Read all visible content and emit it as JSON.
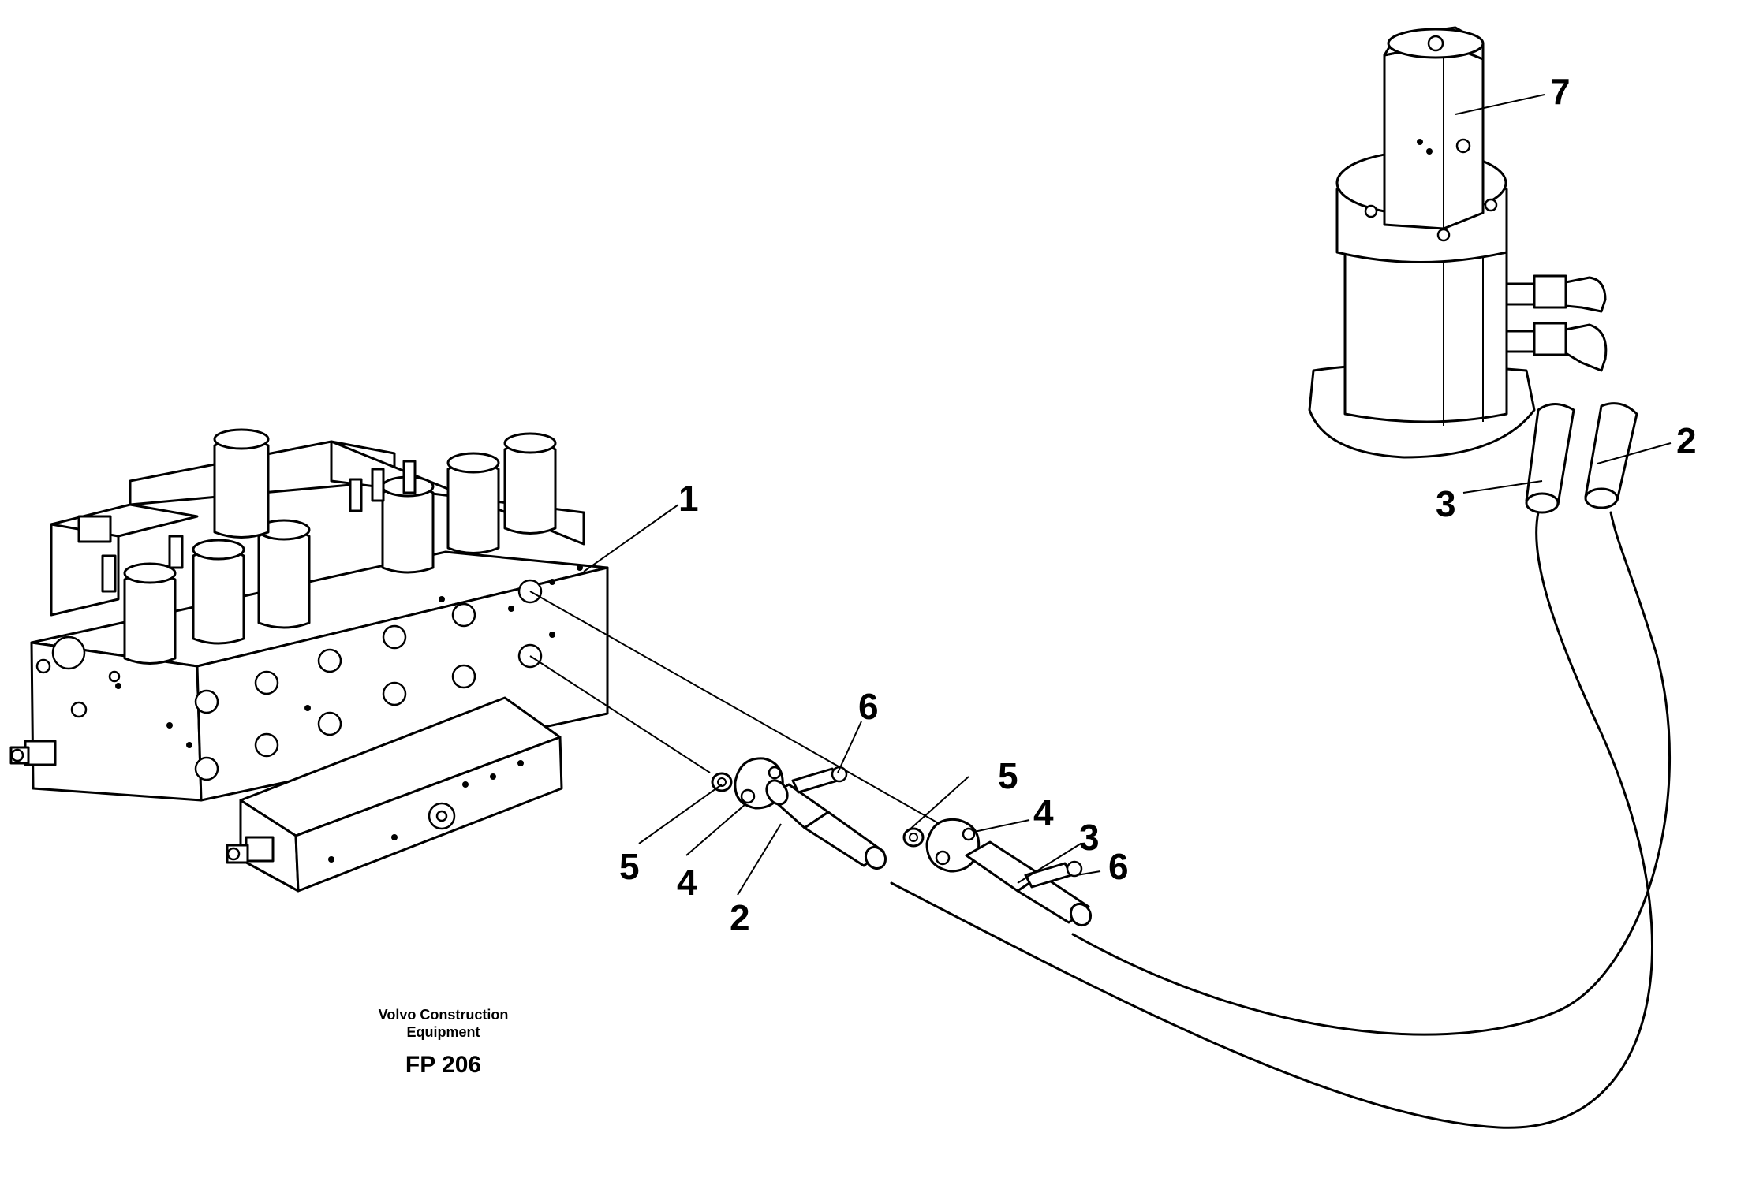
{
  "callouts": [
    {
      "id": "c1",
      "label": "1"
    },
    {
      "id": "c2a",
      "label": "2"
    },
    {
      "id": "c2b",
      "label": "2"
    },
    {
      "id": "c3a",
      "label": "3"
    },
    {
      "id": "c3b",
      "label": "3"
    },
    {
      "id": "c4a",
      "label": "4"
    },
    {
      "id": "c4b",
      "label": "4"
    },
    {
      "id": "c5a",
      "label": "5"
    },
    {
      "id": "c5b",
      "label": "5"
    },
    {
      "id": "c6a",
      "label": "6"
    },
    {
      "id": "c6b",
      "label": "6"
    },
    {
      "id": "c7",
      "label": "7"
    }
  ],
  "caption": {
    "line1": "Volvo Construction",
    "line2": "Equipment",
    "code": "FP 206"
  }
}
